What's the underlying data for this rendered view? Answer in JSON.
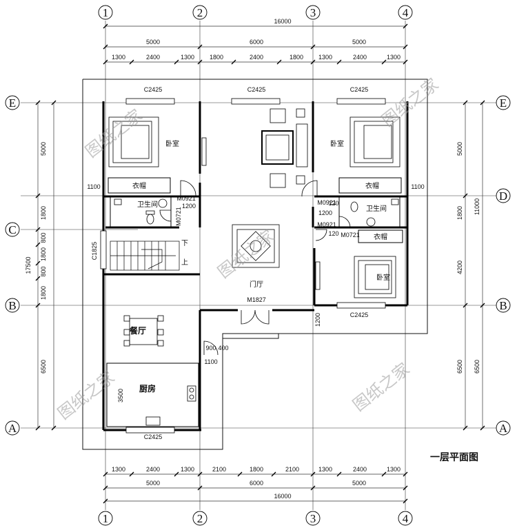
{
  "plan": {
    "title": "一层平面图",
    "watermark": "图纸之家"
  },
  "axes": {
    "vertical": [
      "1",
      "2",
      "3",
      "4"
    ],
    "horizontal": [
      "E",
      "D",
      "C",
      "B",
      "A"
    ]
  },
  "dimensions": {
    "top_total": "16000",
    "top_bays": [
      "5000",
      "6000",
      "5000"
    ],
    "top_details": [
      "1300",
      "2400",
      "1300",
      "1800",
      "2400",
      "1800",
      "1300",
      "2400",
      "1300"
    ],
    "bottom_details": [
      "1300",
      "2400",
      "1300",
      "2100",
      "1800",
      "2100",
      "1300",
      "2400",
      "1300"
    ],
    "bottom_bays": [
      "5000",
      "6000",
      "5000"
    ],
    "bottom_total": "16000",
    "left_bays": [
      "5000",
      "1800",
      "800",
      "1800",
      "800",
      "1800",
      "6500"
    ],
    "left_total": "17500",
    "right_inner": [
      "5000",
      "1800",
      "4200",
      "6500"
    ],
    "right_outer": [
      "11000",
      "6500"
    ],
    "misc": [
      "1100",
      "1100",
      "1200",
      "1200",
      "120",
      "120",
      "900",
      "400",
      "1100",
      "1200",
      "3500"
    ]
  },
  "openings": {
    "windows": [
      "C2425",
      "C2425",
      "C2425",
      "C2425",
      "C2425",
      "C1825"
    ],
    "doors": [
      "M0921",
      "M0721",
      "M0921",
      "M0921",
      "M0721",
      "M1827"
    ]
  },
  "rooms": {
    "bedroom": "卧室",
    "wardrobe": "衣帽",
    "bathroom": "卫生间",
    "hall": "门厅",
    "dining": "餐厅",
    "kitchen": "厨房",
    "stair_down": "下",
    "stair_up": "上"
  }
}
